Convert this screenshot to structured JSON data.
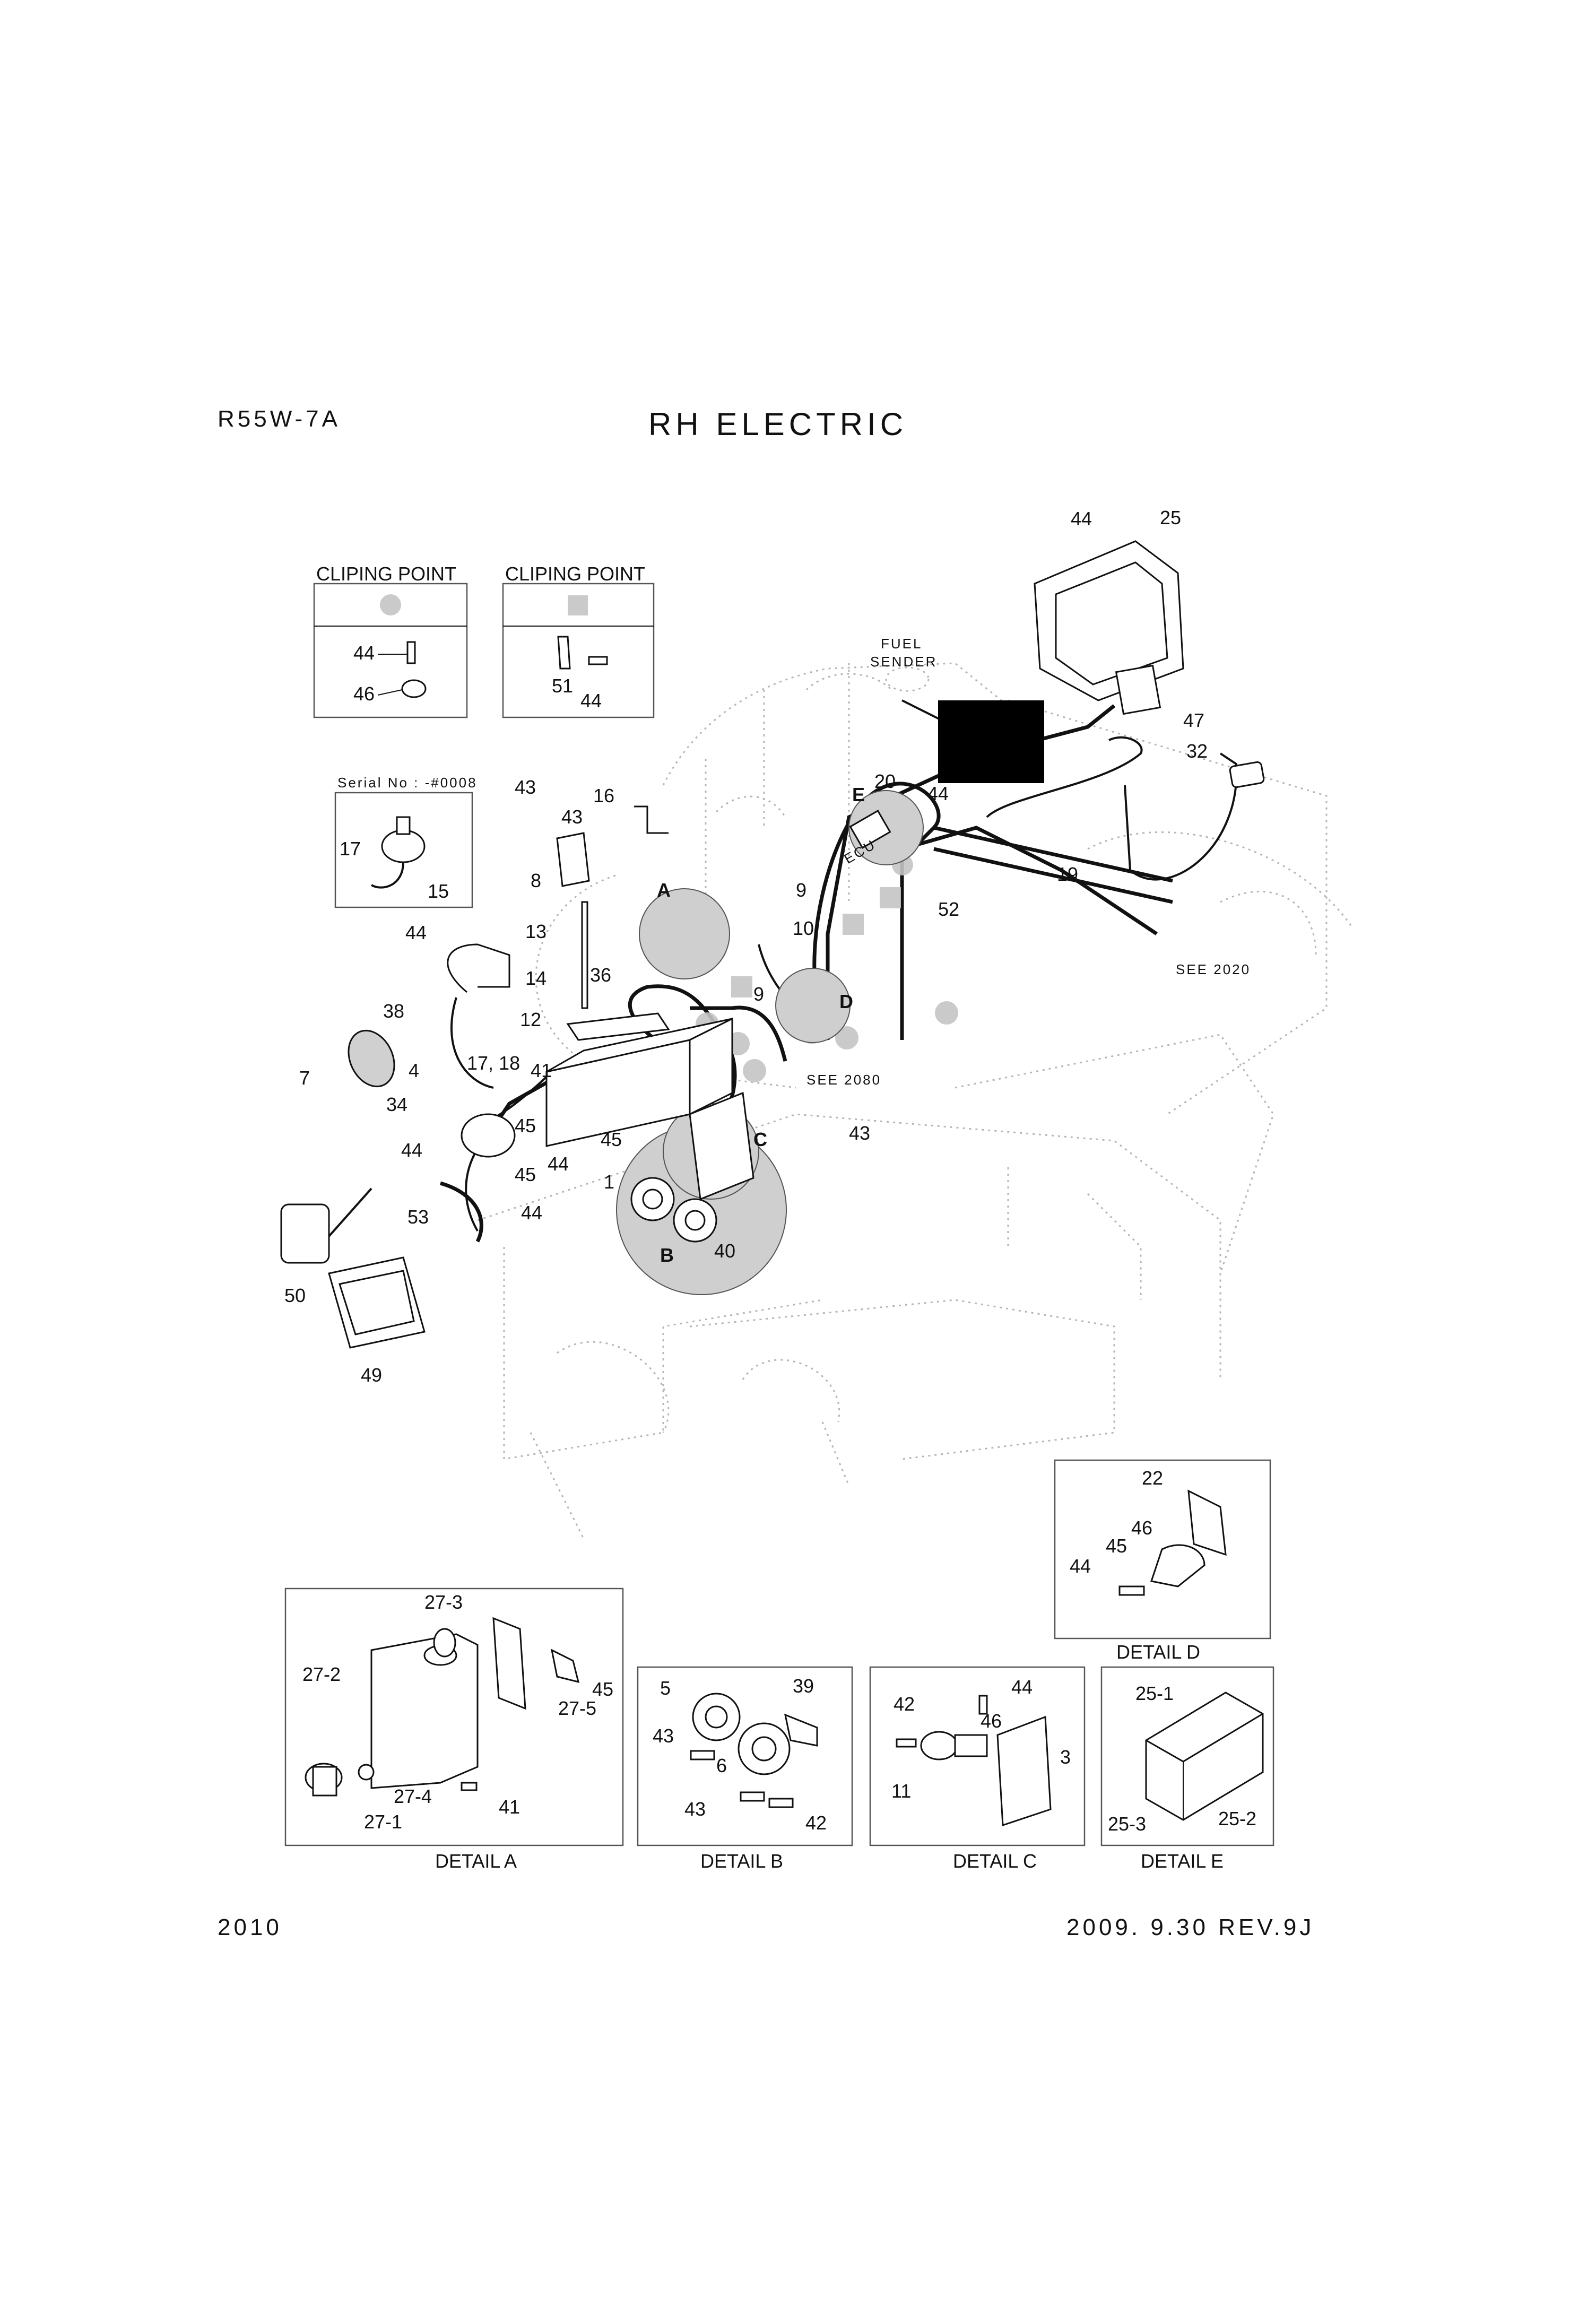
{
  "header": {
    "model": "R55W-7A",
    "title": "RH ELECTRIC"
  },
  "footer": {
    "page": "2010",
    "revision": "2009. 9.30 REV.9J"
  },
  "clipping_points": [
    {
      "title": "CLIPING POINT",
      "marker": "circle",
      "parts": [
        "44",
        "46"
      ]
    },
    {
      "title": "CLIPING POINT",
      "marker": "square",
      "parts": [
        "51",
        "44"
      ]
    }
  ],
  "serial_note": "Serial No : -#0008",
  "annotations": {
    "fuel_sender_line1": "FUEL",
    "fuel_sender_line2": "SENDER",
    "see_2020": "SEE 2020",
    "see_2080": "SEE 2080",
    "ecu": "ECU"
  },
  "detail_markers": [
    "A",
    "B",
    "C",
    "D",
    "E"
  ],
  "main_callouts": [
    "44",
    "25",
    "47",
    "32",
    "20",
    "44",
    "19",
    "52",
    "16",
    "43",
    "43",
    "8",
    "9",
    "10",
    "13",
    "14",
    "36",
    "12",
    "9",
    "44",
    "38",
    "17",
    "15",
    "7",
    "4",
    "17, 18",
    "41",
    "34",
    "45",
    "45",
    "44",
    "44",
    "53",
    "44",
    "45",
    "1",
    "43",
    "40",
    "50",
    "49"
  ],
  "details": {
    "A": {
      "caption": "DETAIL A",
      "callouts": [
        "27-3",
        "27-2",
        "45",
        "27-5",
        "27-4",
        "41",
        "27-1"
      ]
    },
    "B": {
      "caption": "DETAIL B",
      "callouts": [
        "5",
        "39",
        "43",
        "6",
        "43",
        "42"
      ]
    },
    "C": {
      "caption": "DETAIL C",
      "callouts": [
        "42",
        "44",
        "46",
        "3",
        "11"
      ]
    },
    "D": {
      "caption": "DETAIL D",
      "callouts": [
        "22",
        "46",
        "45",
        "44"
      ]
    },
    "E": {
      "caption": "DETAIL E",
      "callouts": [
        "25-1",
        "25-3",
        "25-2"
      ]
    }
  },
  "colors": {
    "ink": "#111111",
    "ghost_outline": "#b5b5b5",
    "clip_marker": "#c4c4c4",
    "redaction": "#000000"
  }
}
